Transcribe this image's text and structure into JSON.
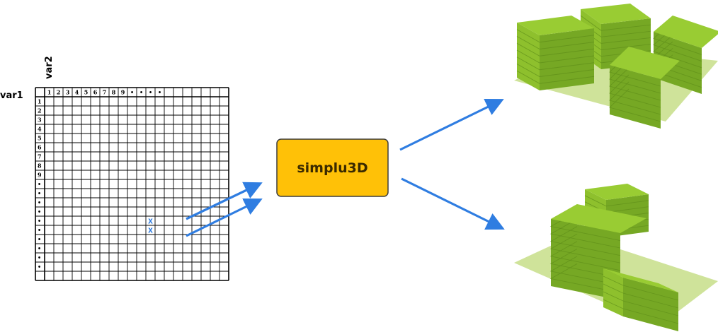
{
  "grid": {
    "var1_label": "var1",
    "var2_label": "var2",
    "col_headers": [
      "1",
      "2",
      "3",
      "4",
      "5",
      "6",
      "7",
      "8",
      "9",
      "•",
      "•",
      "•",
      "•"
    ],
    "row_headers": [
      "1",
      "2",
      "3",
      "4",
      "5",
      "6",
      "7",
      "8",
      "9",
      "•",
      "•",
      "•",
      "•",
      "•",
      "•",
      "•",
      "•",
      "•",
      "•"
    ],
    "marks": [
      {
        "row": 14,
        "col": 12,
        "symbol": "x"
      },
      {
        "row": 15,
        "col": 12,
        "symbol": "x"
      }
    ],
    "mark_color": "#2f7de1"
  },
  "process": {
    "label": "simplu3D",
    "fill_color": "#ffc107",
    "border_color": "#3d3d3d"
  },
  "arrow_color": "#2f7de1",
  "building_colors": {
    "top": "#99cc33",
    "side_light": "#8ec02d",
    "side_dark": "#76a824",
    "ground": "#cfe39a"
  }
}
